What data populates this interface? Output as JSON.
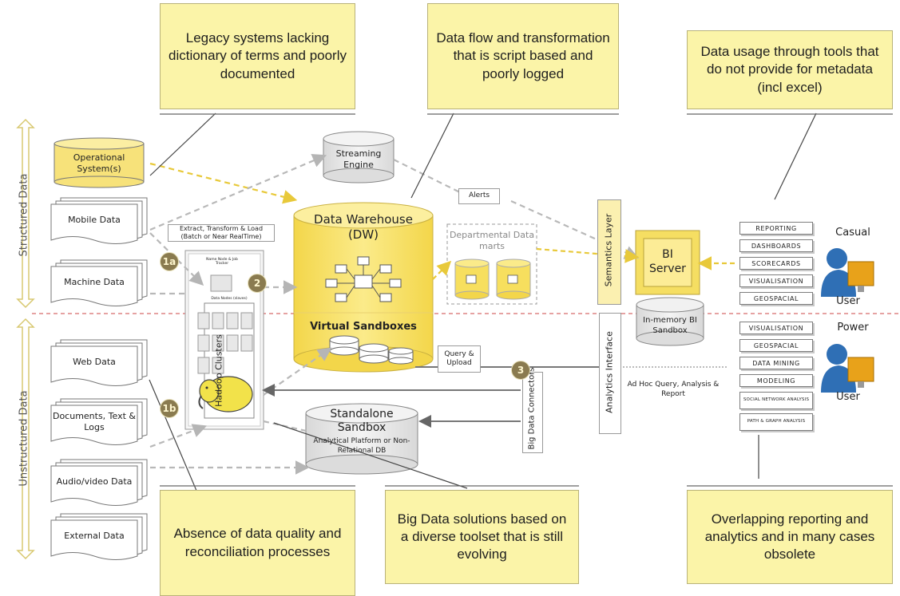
{
  "callouts": {
    "legacy": "Legacy systems lacking dictionary of terms and poorly documented",
    "dataflow": "Data flow and transformation that is script based and poorly logged",
    "usage": "Data usage through tools that do not provide for metadata (incl excel)",
    "quality": "Absence of data quality and reconciliation processes",
    "bigdata": "Big Data solutions based on a diverse toolset that is still evolving",
    "overlap": "Overlapping reporting and analytics and in many cases obsolete"
  },
  "side_labels": {
    "structured": "Structured Data",
    "unstructured": "Unstructured Data"
  },
  "sources": {
    "operational": "Operational System(s)",
    "mobile": "Mobile Data",
    "machine": "Machine Data",
    "web": "Web Data",
    "documents": "Documents, Text & Logs",
    "audio": "Audio/video Data",
    "external": "External Data"
  },
  "components": {
    "streaming": "Streaming Engine",
    "etl": "Extract, Transform & Load (Batch or Near RealTime)",
    "dw_title": "Data Warehouse (DW)",
    "virtual_sandboxes": "Virtual Sandboxes",
    "dept_marts": "Departmental Data marts",
    "alerts": "Alerts",
    "semantics": "Semantics Layer",
    "bi_server": "BI Server",
    "inmemory": "In-memory BI Sandbox",
    "hadoop": "Hadoop Clusters",
    "query_upload": "Query & Upload",
    "big_data_connectors": "Big Data Connectors",
    "analytics_interface": "Analytics Interface",
    "adhoc": "Ad Hoc Query, Analysis & Report",
    "standalone_title": "Standalone Sandbox",
    "standalone_sub": "Analytical Platform or Non-Relational DB",
    "name_node": "Name Node & Job Tracker",
    "data_nodes": "Data Nodes (slaves)"
  },
  "markers": {
    "m1a": "1a",
    "m1b": "1b",
    "m2": "2",
    "m3": "3"
  },
  "casual": {
    "title": "Casual",
    "user": "User",
    "items": [
      "REPORTING",
      "DASHBOARDS",
      "SCORECARDS",
      "VISUALISATION",
      "GEOSPACIAL"
    ]
  },
  "power": {
    "title": "Power",
    "user": "User",
    "items": [
      "VISUALISATION",
      "GEOSPACIAL",
      "DATA MINING",
      "MODELING",
      "SOCIAL NETWORK ANALYSIS",
      "PATH & GRAPH ANALYSIS"
    ]
  },
  "colors": {
    "callout": "#fbf4a8",
    "dw": "#f7df5e",
    "marker": "#8a7b50",
    "arrow_gold": "#e8c93a"
  }
}
